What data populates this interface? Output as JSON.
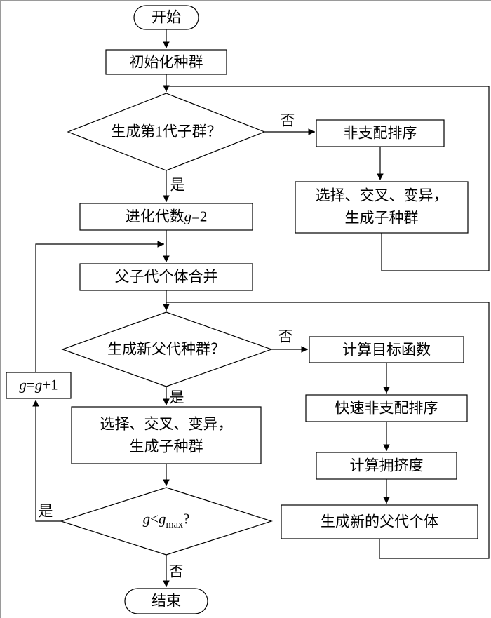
{
  "nodes": {
    "start": {
      "label": "开始"
    },
    "init": {
      "label": "初始化种群"
    },
    "decision1": {
      "label": "生成第1代子群？"
    },
    "nds": {
      "label": "非支配排序"
    },
    "offspring_right": {
      "line1": "选择、交叉、变异，",
      "line2": "生成子种群"
    },
    "gen2": {
      "prefix": "进化代数",
      "var": "g",
      "rest": "=2"
    },
    "merge": {
      "label": "父子代个体合并"
    },
    "decision2": {
      "label": "生成新父代种群？"
    },
    "objective": {
      "label": "计算目标函数"
    },
    "fast_nds": {
      "label": "快速非支配排序"
    },
    "crowding": {
      "label": "计算拥挤度"
    },
    "new_parent": {
      "label": "生成新的父代个体"
    },
    "offspring_left": {
      "line1": "选择、交叉、变异，",
      "line2": "生成子种群"
    },
    "decision3": {
      "var1": "g",
      "op": "<",
      "var2": "g",
      "sub": "max",
      "suffix": "?"
    },
    "g_increment": {
      "var1": "g",
      "op": "=",
      "var2": "g",
      "suffix": "+1"
    },
    "end": {
      "label": "结束"
    }
  },
  "edge_labels": {
    "decision1_no": "否",
    "decision1_yes": "是",
    "decision2_no": "否",
    "decision2_yes": "是",
    "decision3_yes": "是",
    "decision3_no": "否"
  },
  "colors": {
    "stroke": "#000000",
    "fill": "#ffffff"
  }
}
